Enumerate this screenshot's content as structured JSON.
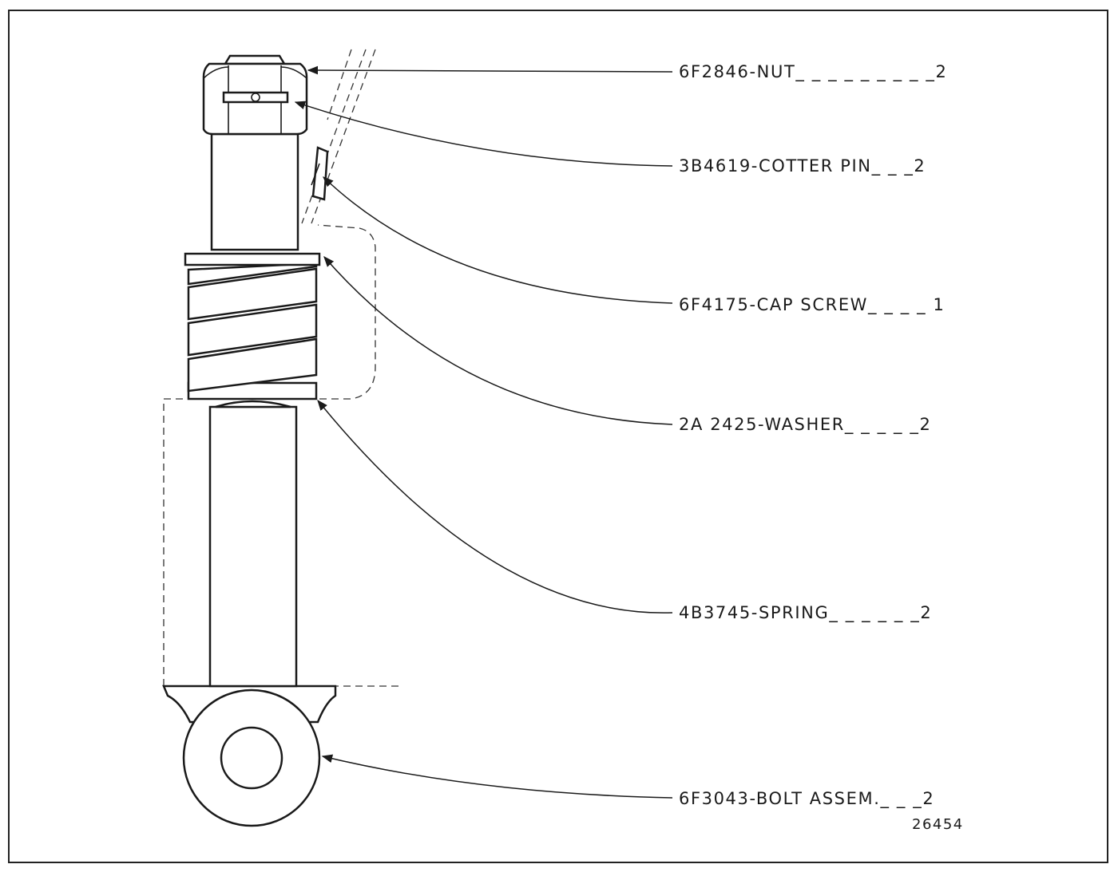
{
  "parts": [
    {
      "number": "6F2846",
      "name": "NUT",
      "qty": "2"
    },
    {
      "number": "3B4619",
      "name": "COTTER PIN",
      "qty": "2"
    },
    {
      "number": "6F4175",
      "name": "CAP SCREW",
      "qty": "1"
    },
    {
      "number": "2A 2425",
      "name": "WASHER",
      "qty": "2"
    },
    {
      "number": "4B3745",
      "name": "SPRING",
      "qty": "2"
    },
    {
      "number": "6F3043",
      "name": "BOLT ASSEM.",
      "qty": "2"
    }
  ],
  "labels": [
    "6F2846-NUT_ _ _ _ _ _ _ _ _2",
    "3B4619-COTTER PIN_ _ _2",
    "6F4175-CAP SCREW_ _ _ _ 1",
    "2A 2425-WASHER_ _ _ _ _2",
    "4B3745-SPRING_ _ _ _ _ _2",
    "6F3043-BOLT ASSEM._ _ _2"
  ],
  "figure_number": "26454"
}
